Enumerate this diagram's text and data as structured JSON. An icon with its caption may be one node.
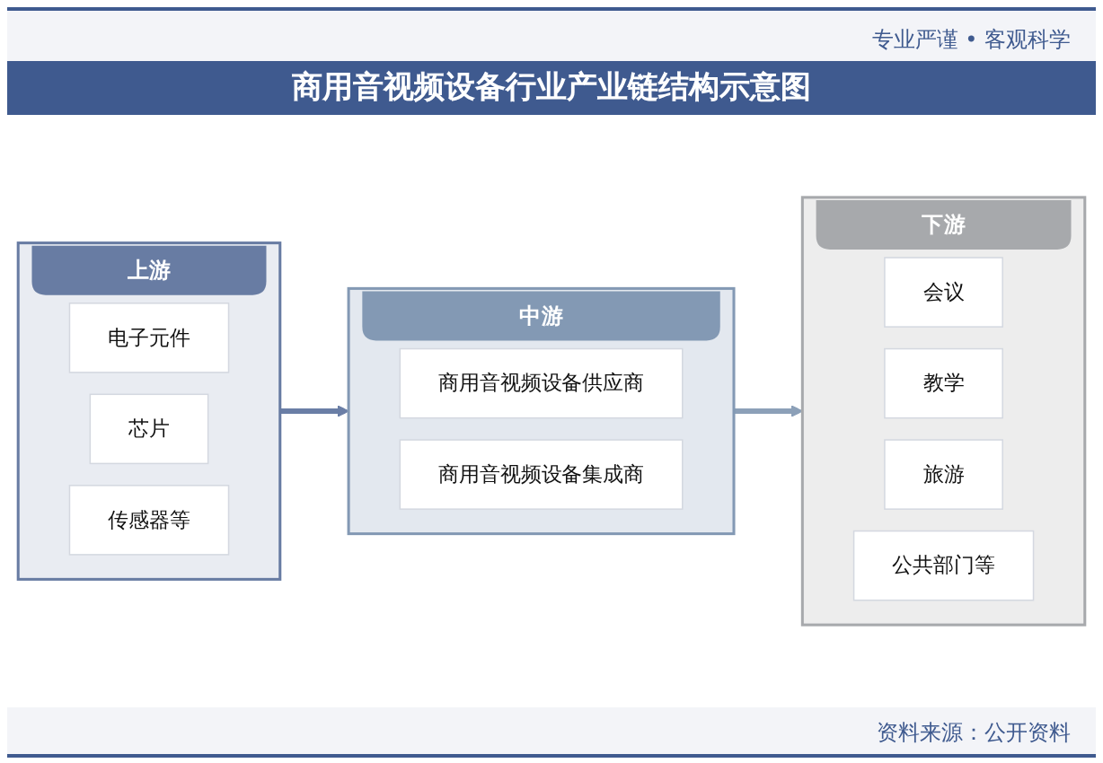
{
  "diagram": {
    "title": "商用音视频设备行业产业链结构示意图",
    "nodes": [
      {
        "text": [
          "上游"
        ]
      },
      {
        "text": [
          "电子元件"
        ],
        "in": 0
      },
      {
        "text": [
          "芯片"
        ],
        "in": 0
      },
      {
        "text": [
          "传感器等"
        ],
        "in": 0
      },
      {
        "text": [
          "中游"
        ]
      },
      {
        "text": [
          "商用音视频设备供应商"
        ],
        "in": 4
      },
      {
        "text": [
          "商用音视频设备集成商"
        ],
        "in": 4
      },
      {
        "text": [
          "下游"
        ]
      },
      {
        "text": [
          "会议"
        ],
        "in": 7
      },
      {
        "text": [
          "教学"
        ],
        "in": 7
      },
      {
        "text": [
          "旅游"
        ],
        "in": 7
      },
      {
        "text": [
          "公共部门等"
        ],
        "in": 7
      }
    ],
    "edges": [
      {
        "from": 0,
        "to": 4,
        "arrow": "to",
        "color": "#6a7ea6"
      },
      {
        "from": 4,
        "to": 7,
        "arrow": "to",
        "color": "#8ca0b8"
      }
    ],
    "labels": [
      "专业严谨 • 客观科学",
      "资料来源：公开资料"
    ]
  }
}
